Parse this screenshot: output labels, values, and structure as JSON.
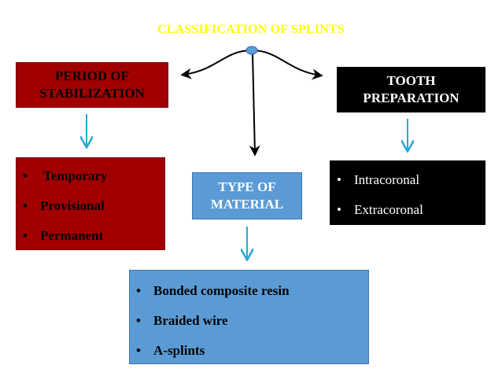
{
  "title": "CLASSIFICATION OF SPLINTS",
  "nodes": {
    "period": {
      "lines": [
        "PERIOD OF",
        "STABILIZATION"
      ]
    },
    "tooth": {
      "lines": [
        "TOOTH",
        "PREPARATION"
      ]
    },
    "type": {
      "lines": [
        "TYPE OF",
        "MATERIAL"
      ]
    }
  },
  "lists": {
    "period": {
      "bullet": "•",
      "items": [
        "Temporary",
        "Provisional",
        "Permanent"
      ]
    },
    "tooth": {
      "bullet": "•",
      "items": [
        "Intracoronal",
        "Extracoronal"
      ]
    },
    "type": {
      "bullet": "•",
      "items": [
        "Bonded composite resin",
        "Braided wire",
        "A-splints"
      ]
    }
  },
  "colors": {
    "title_text": "#ffff00",
    "period_fill": "#a00000",
    "tooth_fill": "#000000",
    "type_fill": "#5b9bd5",
    "header_text_light": "#ffffff",
    "list_text": "#000000",
    "down_arrow": "#29a9d6",
    "connector": "#000000",
    "hub_fill": "#5b9bd5"
  }
}
